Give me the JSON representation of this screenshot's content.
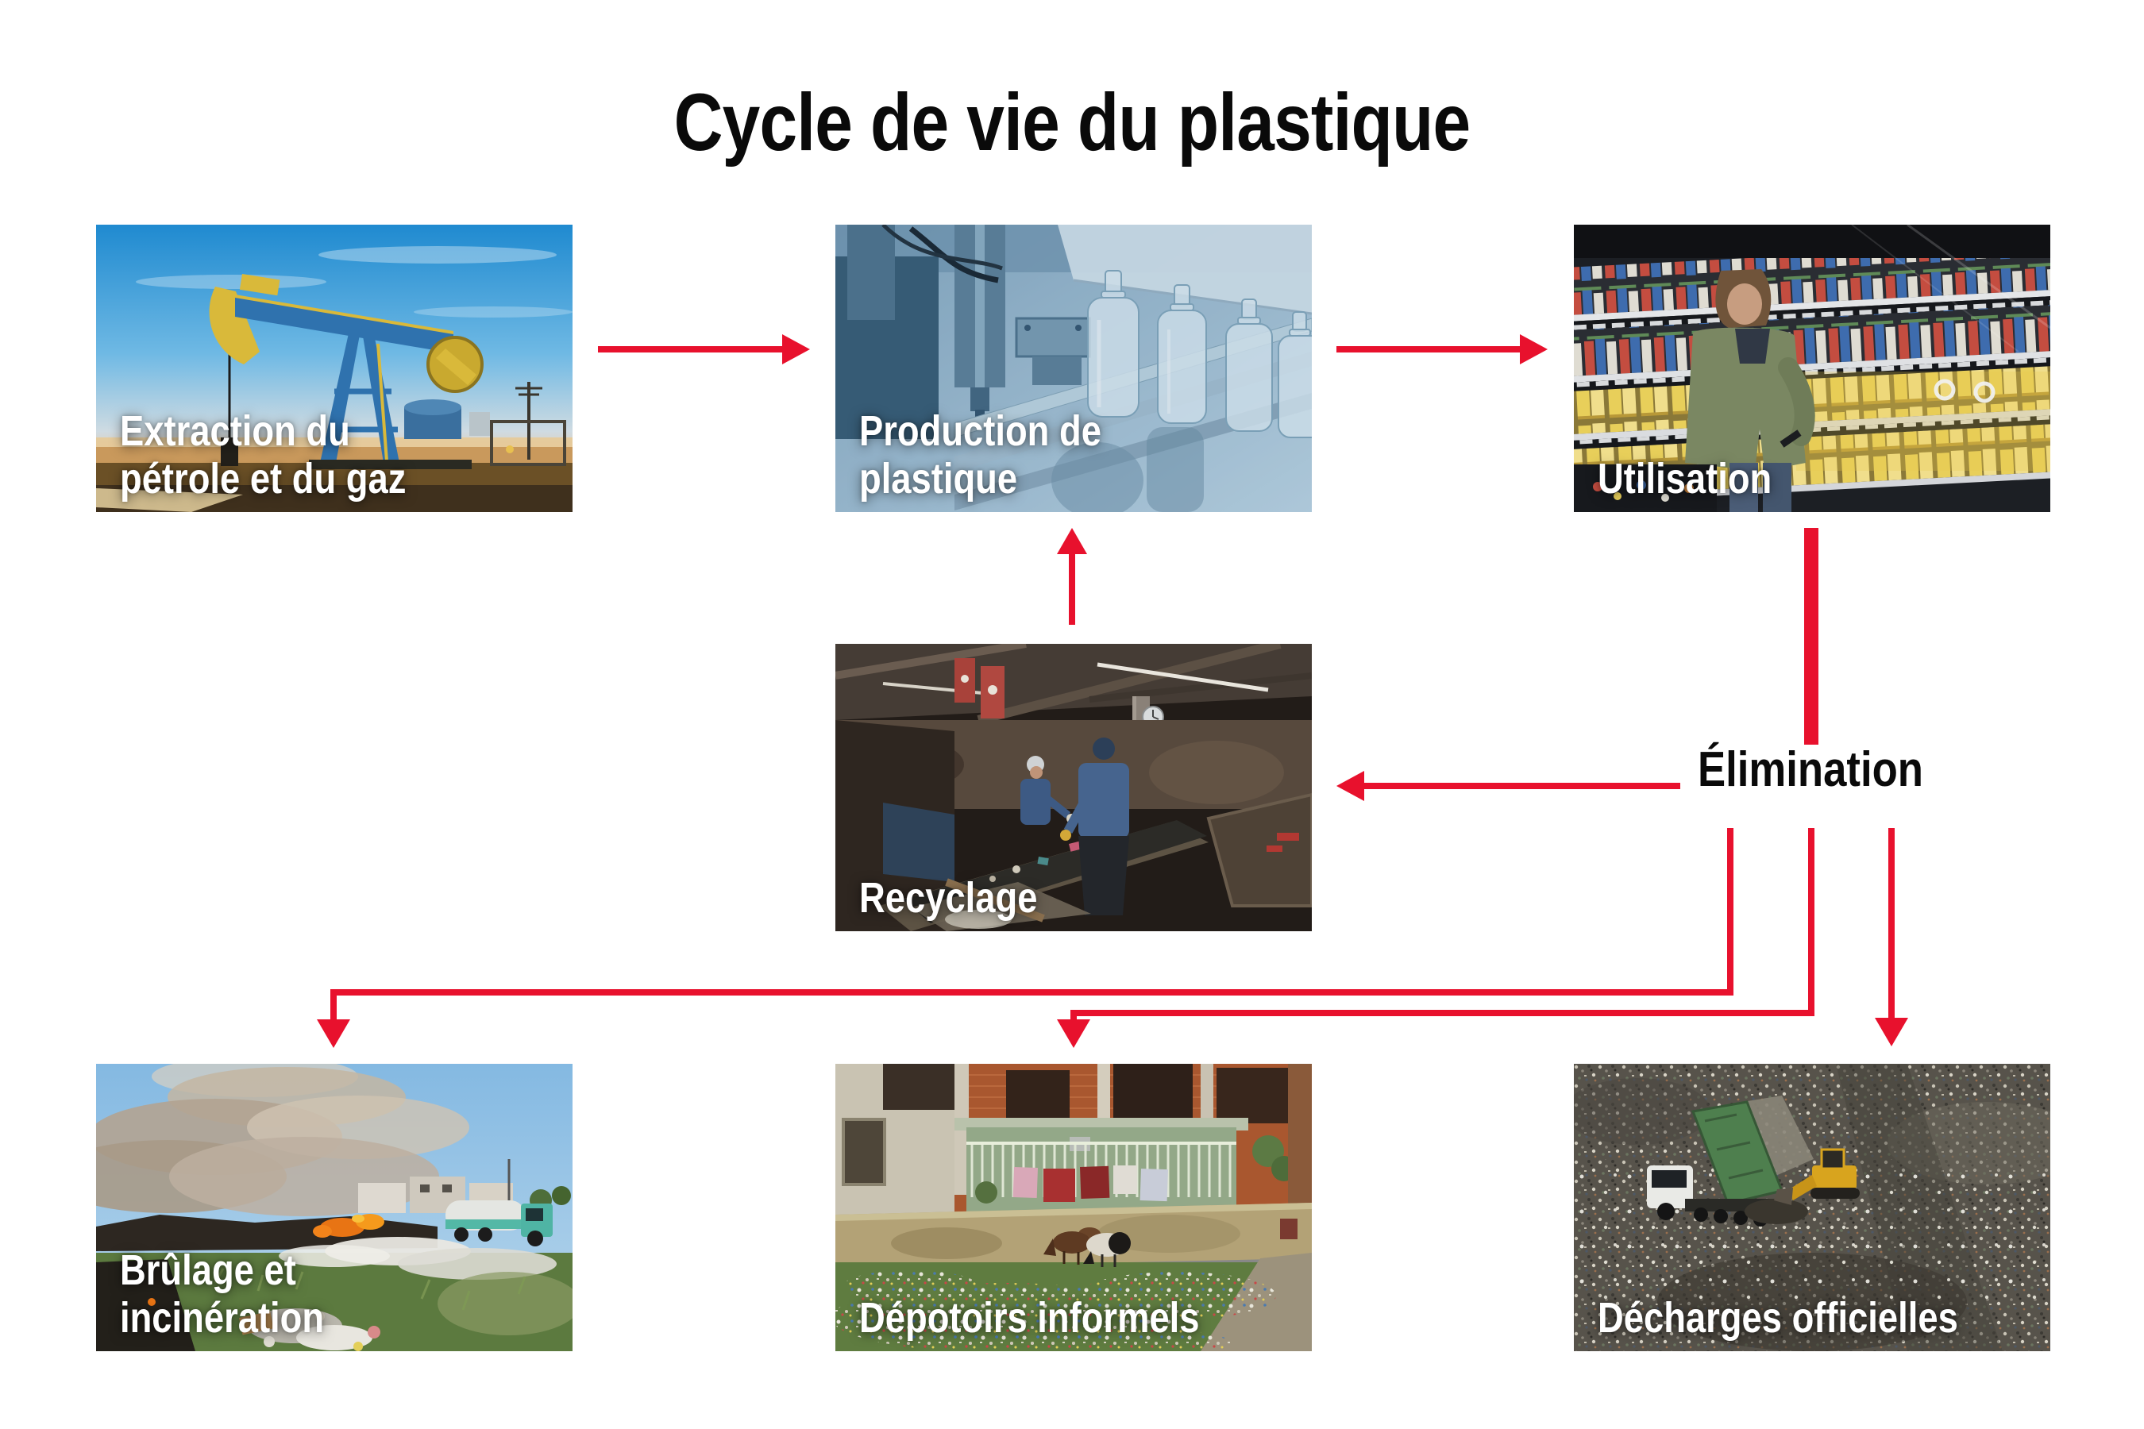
{
  "title": "Cycle de vie du plastique",
  "arrow_color": "#e8112d",
  "nodes": {
    "extraction": {
      "lines": [
        "Extraction du",
        "pétrole et du gaz"
      ],
      "alt": "Pompe à pétrole bleue et jaune au coucher du soleil"
    },
    "production": {
      "lines": [
        "Production de",
        "plastique"
      ],
      "alt": "Bouteilles en plastique sur une chaîne de production industrielle"
    },
    "utilisation": {
      "lines": [
        "Utilisation"
      ],
      "alt": "Cliente passant devant des rayons de supermarché remplis d'emballages"
    },
    "recyclage": {
      "lines": [
        "Recyclage"
      ],
      "alt": "Ouvriers triant des déchets sur un tapis roulant dans un atelier sombre"
    },
    "brulage": {
      "lines": [
        "Brûlage et",
        "incinération"
      ],
      "alt": "Tas de déchets brûlant en plein air avec de la fumée et un camion-citerne"
    },
    "depotoirs": {
      "lines": [
        "Dépotoirs informels"
      ],
      "alt": "Terrain vague jonché de déchets avec des chèvres devant des maisons"
    },
    "decharges": {
      "lines": [
        "Décharges officielles"
      ],
      "alt": "Camion déversant des déchets dans une grande décharge vue d'en haut"
    }
  },
  "elimination": {
    "label": "Élimination"
  },
  "edges": [
    {
      "from": "extraction",
      "to": "production"
    },
    {
      "from": "production",
      "to": "utilisation"
    },
    {
      "from": "recyclage",
      "to": "production"
    },
    {
      "from": "utilisation",
      "to": "elimination"
    },
    {
      "from": "elimination",
      "to": "recyclage"
    },
    {
      "from": "elimination",
      "to": "brulage"
    },
    {
      "from": "elimination",
      "to": "depotoirs"
    },
    {
      "from": "elimination",
      "to": "decharges"
    }
  ]
}
